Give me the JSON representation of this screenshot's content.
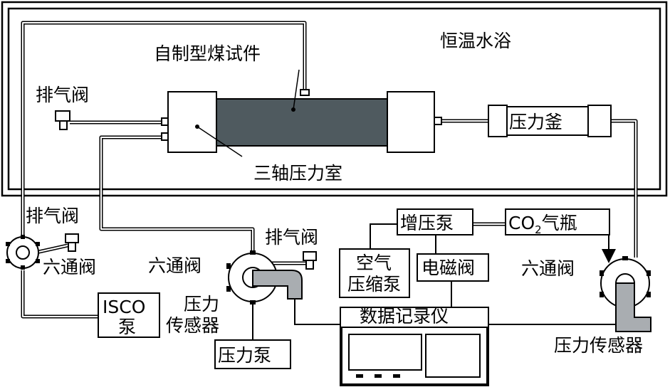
{
  "labels": {
    "thermostatic_bath": "恒温水浴",
    "coal_sample": "自制型煤试件",
    "triaxial_chamber": "三轴压力室",
    "pressure_vessel": "压力釜",
    "vent_valve_top": "排气阀",
    "vent_valve_left": "排气阀",
    "vent_valve_middle": "排气阀",
    "six_way_valve_left": "六通阀",
    "six_way_valve_middle": "六通阀",
    "six_way_valve_right": "六通阀",
    "isco_pump_line1": "ISCO",
    "isco_pump_line2": "泵",
    "pressure_sensor_middle_line1": "压力",
    "pressure_sensor_middle_line2": "传感器",
    "pressure_pump": "压力泵",
    "booster_pump": "增压泵",
    "co2_cylinder_prefix": "CO",
    "co2_cylinder_sub": "2",
    "co2_cylinder_suffix": "气瓶",
    "air_compressor_line1": "空气",
    "air_compressor_line2": "压缩泵",
    "solenoid_valve": "电磁阀",
    "data_recorder": "数据记录仪",
    "pressure_sensor_right": "压力传感器"
  },
  "colors": {
    "sample_fill": "#4f5a5f",
    "sensor_fill": "#a9adb1",
    "line": "#000000"
  }
}
